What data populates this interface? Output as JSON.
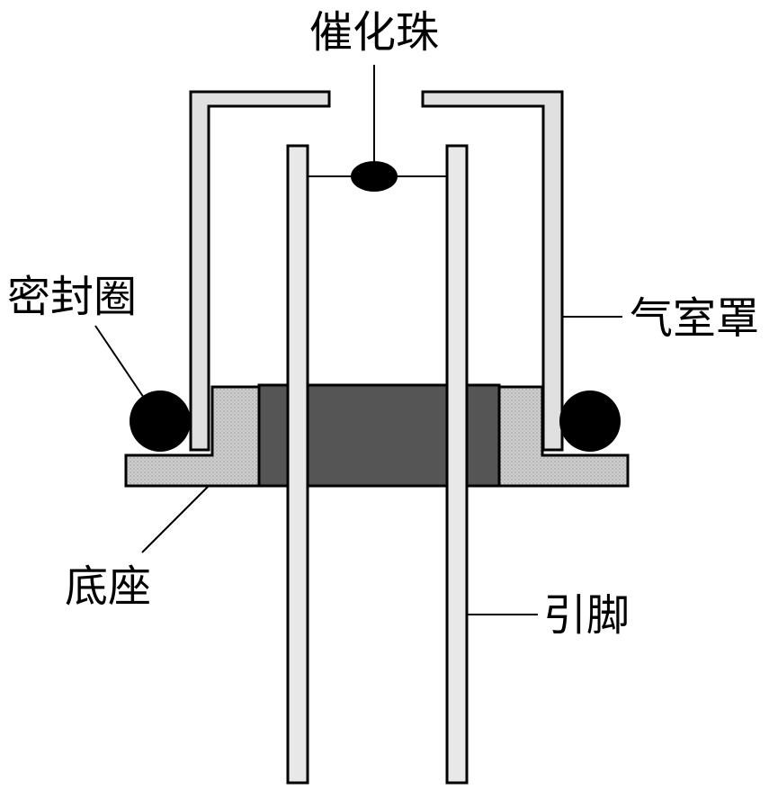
{
  "labels": {
    "catalyst_bead": "催化珠",
    "seal_ring": "密封圈",
    "chamber_cover": "气室罩",
    "base": "底座",
    "pin": "引脚"
  },
  "colors": {
    "background": "#ffffff",
    "outline": "#000000",
    "cover_fill": "#d8d8d8",
    "base_fill": "#c4c4c4",
    "center_block_fill": "#555555",
    "pin_fill": "#e6e6e6",
    "bead_fill": "#000000"
  }
}
